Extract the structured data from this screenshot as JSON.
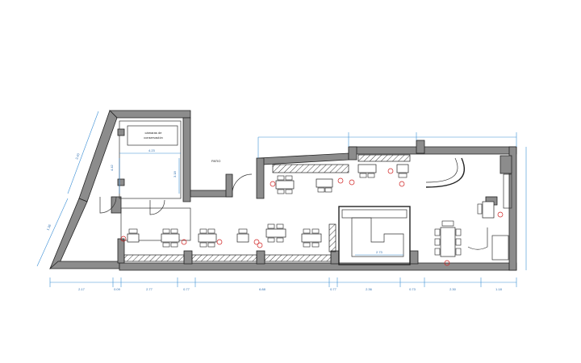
{
  "rooms": {
    "storage_label_line1": "cámaras de",
    "storage_label_line2": "conservación",
    "patio_label": "PATIO",
    "kitchen_dim": "2.73"
  },
  "dimensions": {
    "bottom": [
      "2.17",
      "0.09",
      "2.77",
      "0.77",
      "6.88",
      "0.77",
      "2.36",
      "0.73",
      "2.30",
      "1.18"
    ],
    "storage_width": "4.23",
    "storage_height_a": "4.42",
    "storage_height_b": "3.18",
    "left_side_a": "3.40",
    "left_side_b": "1.36"
  },
  "colors": {
    "walls": "#8c8c8c",
    "dimensions": "#3b8fd6",
    "markers": "#d02020"
  }
}
